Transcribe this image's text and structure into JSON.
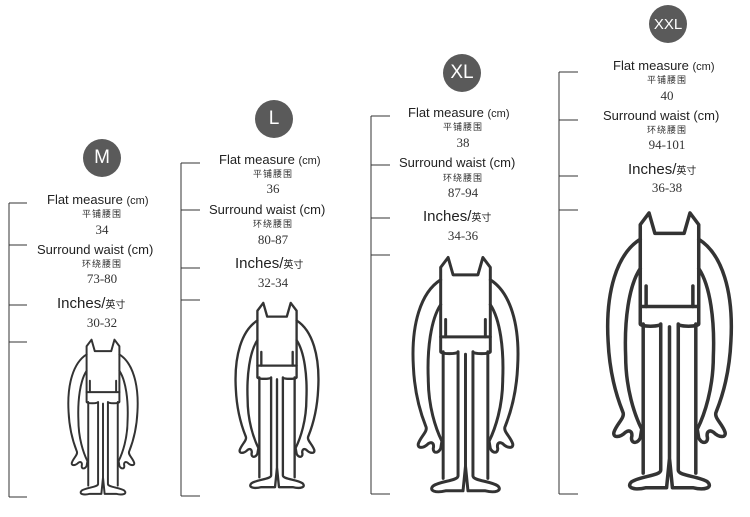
{
  "sizes": [
    {
      "label": "M",
      "flat": {
        "en": "Flat measure",
        "unit": "(cm)",
        "cn": "平铺腰围",
        "value": "34"
      },
      "waist": {
        "en": "Surround waist (cm)",
        "cn": "环绕腰围",
        "value": "73-80"
      },
      "inches": {
        "en": "Inches/",
        "cn": "英寸",
        "value": "30-32"
      }
    },
    {
      "label": "L",
      "flat": {
        "en": "Flat measure",
        "unit": "(cm)",
        "cn": "平铺腰围",
        "value": "36"
      },
      "waist": {
        "en": "Surround waist (cm)",
        "cn": "环绕腰围",
        "value": "80-87"
      },
      "inches": {
        "en": "Inches/",
        "cn": "英寸",
        "value": "32-34"
      }
    },
    {
      "label": "XL",
      "flat": {
        "en": "Flat measure",
        "unit": "(cm)",
        "cn": "平铺腰围",
        "value": "38"
      },
      "waist": {
        "en": "Surround waist (cm)",
        "cn": "环绕腰围",
        "value": "87-94"
      },
      "inches": {
        "en": "Inches/",
        "cn": "英寸",
        "value": "34-36"
      }
    },
    {
      "label": "XXL",
      "flat": {
        "en": "Flat measure",
        "unit": "(cm)",
        "cn": "平铺腰围",
        "value": "40"
      },
      "waist": {
        "en": "Surround waist (cm)",
        "cn": "环绕腰围",
        "value": "94-101"
      },
      "inches": {
        "en": "Inches/",
        "cn": "英寸",
        "value": "36-38"
      }
    }
  ],
  "colors": {
    "badge": "#5a5a5a",
    "line": "#333333"
  },
  "icons": {
    "figure": "monster-figure-outline-icon",
    "scale": "height-scale-bar-icon"
  }
}
